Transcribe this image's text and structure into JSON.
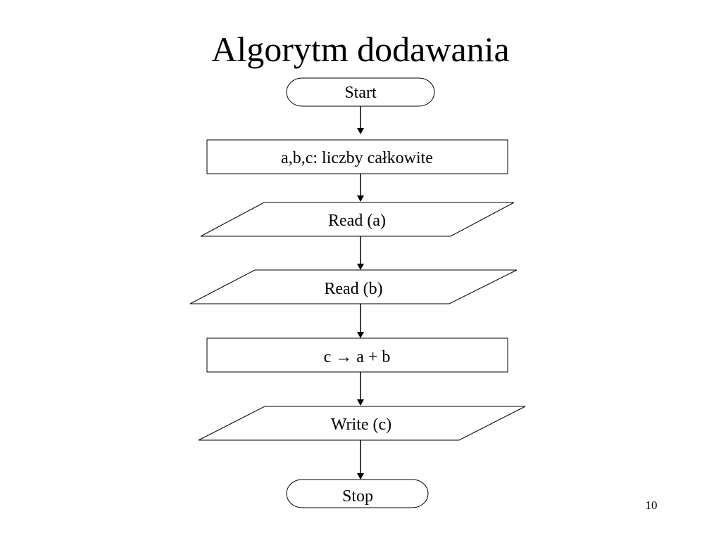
{
  "slide": {
    "title": "Algorytm dodawania",
    "page_number": "10"
  },
  "flowchart": {
    "nodes": [
      {
        "id": "start",
        "shape": "terminator",
        "label": "Start"
      },
      {
        "id": "declare",
        "shape": "process",
        "label": "a,b,c: liczby całkowite"
      },
      {
        "id": "read_a",
        "shape": "input-output",
        "label": "Read (a)"
      },
      {
        "id": "read_b",
        "shape": "input-output",
        "label": "Read (b)"
      },
      {
        "id": "assign",
        "shape": "process",
        "label": "c → a + b"
      },
      {
        "id": "write_c",
        "shape": "input-output",
        "label": "Write (c)"
      },
      {
        "id": "stop",
        "shape": "terminator",
        "label": "Stop"
      }
    ],
    "edges": [
      {
        "from": "start",
        "to": "declare"
      },
      {
        "from": "declare",
        "to": "read_a"
      },
      {
        "from": "read_a",
        "to": "read_b"
      },
      {
        "from": "read_b",
        "to": "assign"
      },
      {
        "from": "assign",
        "to": "write_c"
      },
      {
        "from": "write_c",
        "to": "stop"
      }
    ]
  }
}
